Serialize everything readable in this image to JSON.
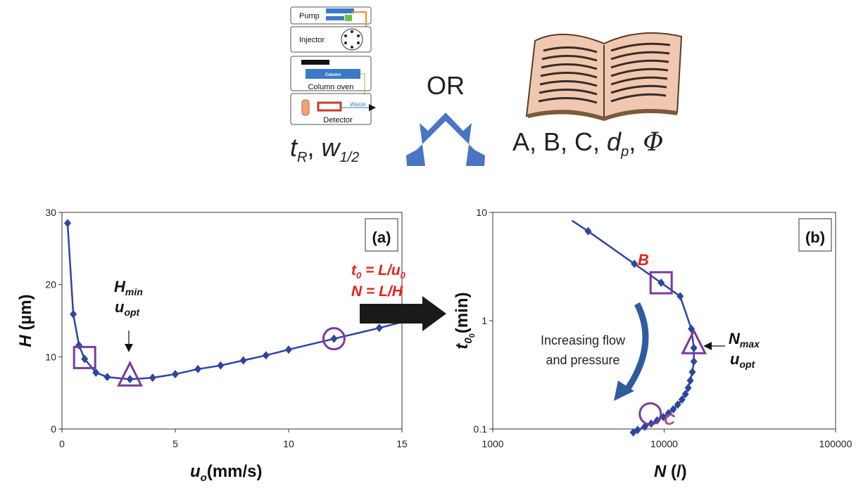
{
  "top": {
    "instrument": {
      "pump_label": "Pump",
      "injector_label": "Injector",
      "column_label": "Column",
      "column_oven_label": "Column oven",
      "waste_label": "Waste",
      "detector_label": "Detector",
      "measured_main": "t",
      "measured_sub1": "R",
      "measured_sep": ", ",
      "measured_w": "w",
      "measured_sub2": "1/2"
    },
    "or_label": "OR",
    "literature_text": "A, B, C, ",
    "literature_dp": "d",
    "literature_dp_sub": "p",
    "literature_sep": ", ",
    "literature_phi": "Φ"
  },
  "transform": {
    "line1_main": "t",
    "line1_sub": "0",
    "line1_mid": " = L/u",
    "line1_sub2": "0",
    "line2": "N = L/H",
    "color": "#e8201a"
  },
  "colors": {
    "series": "#2e45a0",
    "marker": "#2e45a0",
    "highlight": "#7a3a9a",
    "label_B": "#e8201a",
    "label_C": "#b0459a",
    "arrow_big": "#1a1a1a",
    "curved_arrow": "#2f5c9e",
    "fork_arrow": "#4a74c4"
  },
  "chart_data": [
    {
      "type": "line",
      "panel_label": "(a)",
      "xlabel_main": "u",
      "xlabel_sub": "o",
      "xlabel_unit": "(mm/s)",
      "ylabel_main": "H",
      "ylabel_unit": " (µm)",
      "xlim": [
        0,
        15
      ],
      "ylim": [
        0,
        30
      ],
      "xticks": [
        "0",
        "5",
        "10",
        "15"
      ],
      "yticks": [
        "0",
        "10",
        "20",
        "30"
      ],
      "grid": false,
      "series": [
        {
          "x": [
            0.25,
            0.5,
            0.75,
            1,
            1.5,
            2,
            3,
            4,
            5,
            6,
            7,
            8,
            9,
            10,
            12,
            14
          ],
          "y": [
            28.5,
            15.9,
            11.6,
            9.7,
            7.8,
            7.2,
            6.9,
            7.1,
            7.6,
            8.3,
            8.8,
            9.5,
            10.2,
            11.0,
            12.5,
            14.0
          ]
        }
      ],
      "curve": {
        "x": [
          0.25,
          0.5,
          0.75,
          1,
          1.5,
          2,
          3,
          4,
          5,
          6,
          7,
          8,
          9,
          10,
          12,
          14,
          15
        ],
        "y": [
          28.5,
          15.9,
          11.6,
          9.7,
          7.8,
          7.2,
          6.9,
          7.1,
          7.6,
          8.3,
          8.8,
          9.5,
          10.2,
          11.0,
          12.5,
          14.0,
          14.8
        ]
      },
      "highlights": [
        {
          "shape": "square",
          "x": 1.0,
          "y": 9.9
        },
        {
          "shape": "triangle",
          "x": 3.0,
          "y": 7.1
        },
        {
          "shape": "circle",
          "x": 12.0,
          "y": 12.5
        }
      ],
      "annotation": {
        "line1_main": "H",
        "line1_sub": "min",
        "line2_main": "u",
        "line2_sub": "opt",
        "x": 3.0,
        "y": 7.1
      }
    },
    {
      "type": "line",
      "panel_label": "(b)",
      "xlabel_main": "N",
      "xlabel_unit": " (/)",
      "ylabel_main": "t",
      "ylabel_sub": "0",
      "ylabel_unit": "(min)",
      "xscale": "log",
      "yscale": "log",
      "xlim": [
        1000,
        100000
      ],
      "ylim": [
        0.1,
        10
      ],
      "xticks": [
        "1000",
        "10000",
        "100000"
      ],
      "yticks": [
        "0.1",
        "1",
        "10"
      ],
      "grid": false,
      "series": [
        {
          "x": [
            3600,
            6700,
            9600,
            12400,
            14400,
            14900,
            14900,
            14600,
            14200,
            13800,
            13300,
            12700,
            12000,
            11300,
            10600,
            9900,
            9100,
            8400,
            7700,
            7000,
            6600
          ],
          "y": [
            6.7,
            3.35,
            2.24,
            1.68,
            0.84,
            0.56,
            0.42,
            0.336,
            0.28,
            0.24,
            0.21,
            0.187,
            0.168,
            0.152,
            0.14,
            0.129,
            0.12,
            0.112,
            0.105,
            0.098,
            0.093
          ]
        }
      ],
      "curve": {
        "x": [
          2900,
          3600,
          6700,
          9600,
          12400,
          14400,
          14900,
          14900,
          14600,
          14200,
          13800,
          13300,
          12700,
          12000,
          11300,
          10600,
          9900,
          9100,
          8400,
          7700,
          7000,
          6600
        ],
        "y": [
          8.4,
          6.7,
          3.35,
          2.24,
          1.68,
          0.84,
          0.56,
          0.42,
          0.336,
          0.28,
          0.24,
          0.21,
          0.187,
          0.168,
          0.152,
          0.14,
          0.129,
          0.12,
          0.112,
          0.105,
          0.098,
          0.093
        ]
      },
      "highlights": [
        {
          "shape": "square",
          "x": 9600,
          "y": 2.24,
          "label": "B"
        },
        {
          "shape": "triangle",
          "x": 14900,
          "y": 0.59
        },
        {
          "shape": "circle",
          "x": 8300,
          "y": 0.138,
          "label": "C"
        }
      ],
      "annotation": {
        "line1_main": "N",
        "line1_sub": "max",
        "line2_main": "u",
        "line2_sub": "opt"
      },
      "flow_label_line1": "Increasing flow",
      "flow_label_line2": "and pressure"
    }
  ]
}
